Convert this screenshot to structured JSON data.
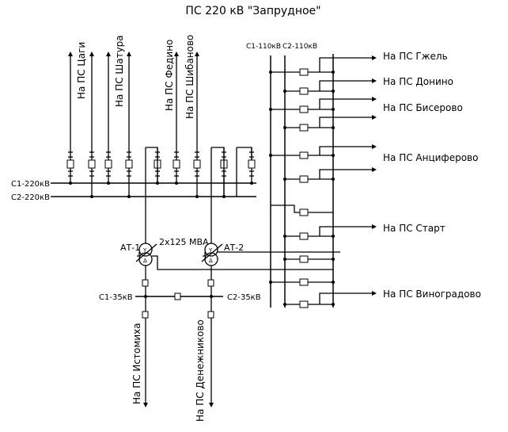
{
  "title": "ПС 220 кВ \"Запрудное\"",
  "buses": {
    "c1_220": "С1-220кВ",
    "c2_220": "С2-220кВ",
    "c1_110": "С1-110кВ",
    "c2_110": "С2-110кВ",
    "c1_35": "С1-35кВ",
    "c2_35": "С2-35кВ"
  },
  "transformers": {
    "at1": "АТ-1",
    "at2": "АТ-2",
    "rating": "2х125 МВА"
  },
  "lines_220": [
    {
      "label": "На ПС Цаги"
    },
    {
      "label": "На ПС Шатура"
    },
    {
      "label": "На ПС Федино"
    },
    {
      "label": "На ПС Шибаново"
    }
  ],
  "lines_110": [
    {
      "label": "На ПС Гжель"
    },
    {
      "label": "На ПС Донино"
    },
    {
      "label": "На ПС Бисерово"
    },
    {
      "label": "На ПС Анциферово"
    },
    {
      "label": "На ПС Старт"
    },
    {
      "label": "На ПС Виноградово"
    }
  ],
  "lines_35": [
    {
      "label": "На ПС Истомиха"
    },
    {
      "label": "На ПС Денежниково"
    }
  ]
}
